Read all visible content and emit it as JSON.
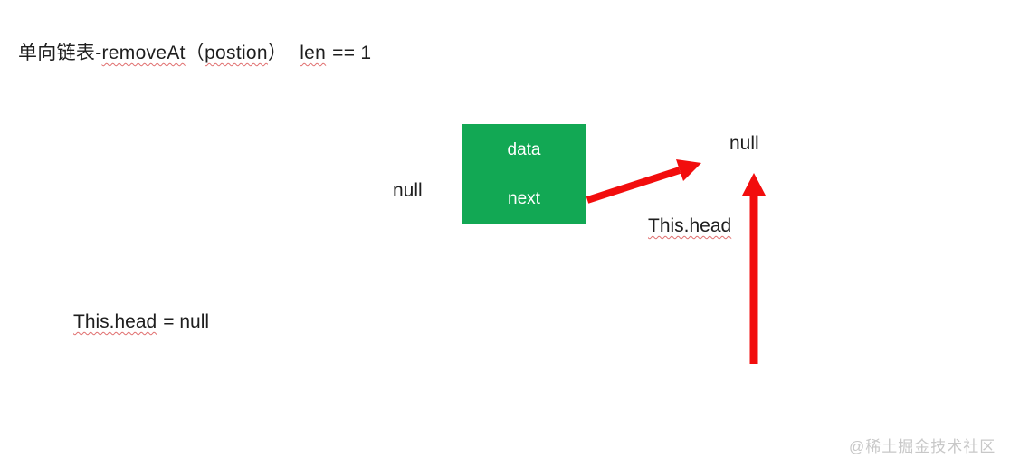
{
  "title": {
    "prefix": "单向链表-",
    "method": "removeAt",
    "paren_open": "（",
    "param": "postion",
    "paren_close": "）",
    "condition_keyword": "len",
    "condition_rest": "== 1"
  },
  "node": {
    "data_field": "data",
    "next_field": "next"
  },
  "labels": {
    "next_null": "null",
    "head_null": "null",
    "head_pointer": "This.head",
    "assignment_head": "This.head",
    "assignment_rest": "= null"
  },
  "watermark": "@稀土掘金技术社区",
  "colors": {
    "node_green": "#12a854",
    "node_text": "#ffffff",
    "arrow_red": "#f20d0d",
    "text": "#1e1e1e",
    "squiggle": "#e06e6e",
    "watermark": "#c8c8c8"
  }
}
